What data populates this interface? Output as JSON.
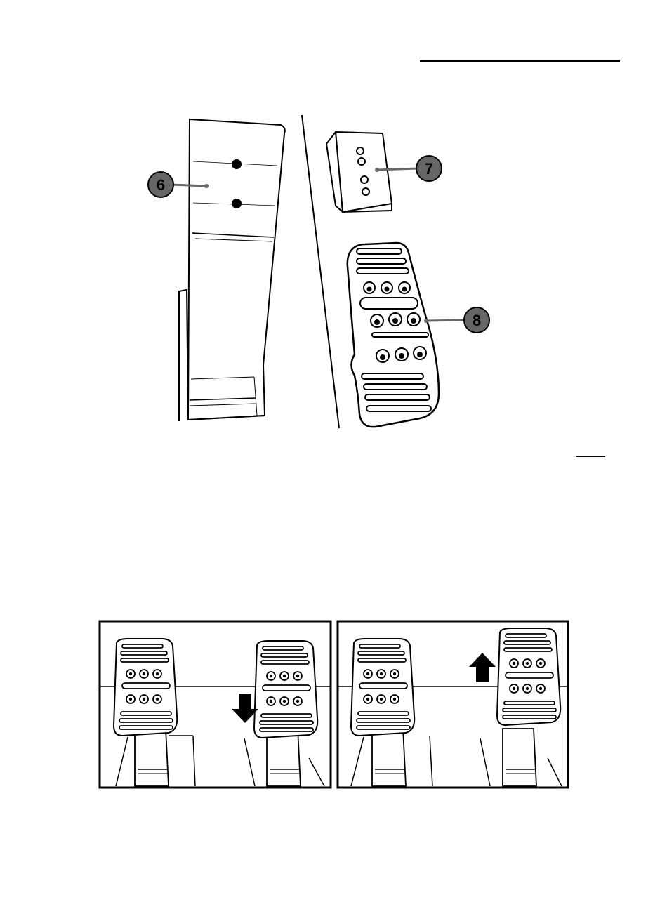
{
  "diagram": {
    "callouts": [
      {
        "id": "6",
        "label": "6",
        "color": "#666666"
      },
      {
        "id": "7",
        "label": "7",
        "color": "#666666"
      },
      {
        "id": "8",
        "label": "8",
        "color": "#666666"
      }
    ]
  },
  "panels": [
    {
      "name": "lower-pedal-panel",
      "arrow": "down-arrow-icon"
    },
    {
      "name": "raise-pedal-panel",
      "arrow": "up-arrow-icon"
    }
  ]
}
